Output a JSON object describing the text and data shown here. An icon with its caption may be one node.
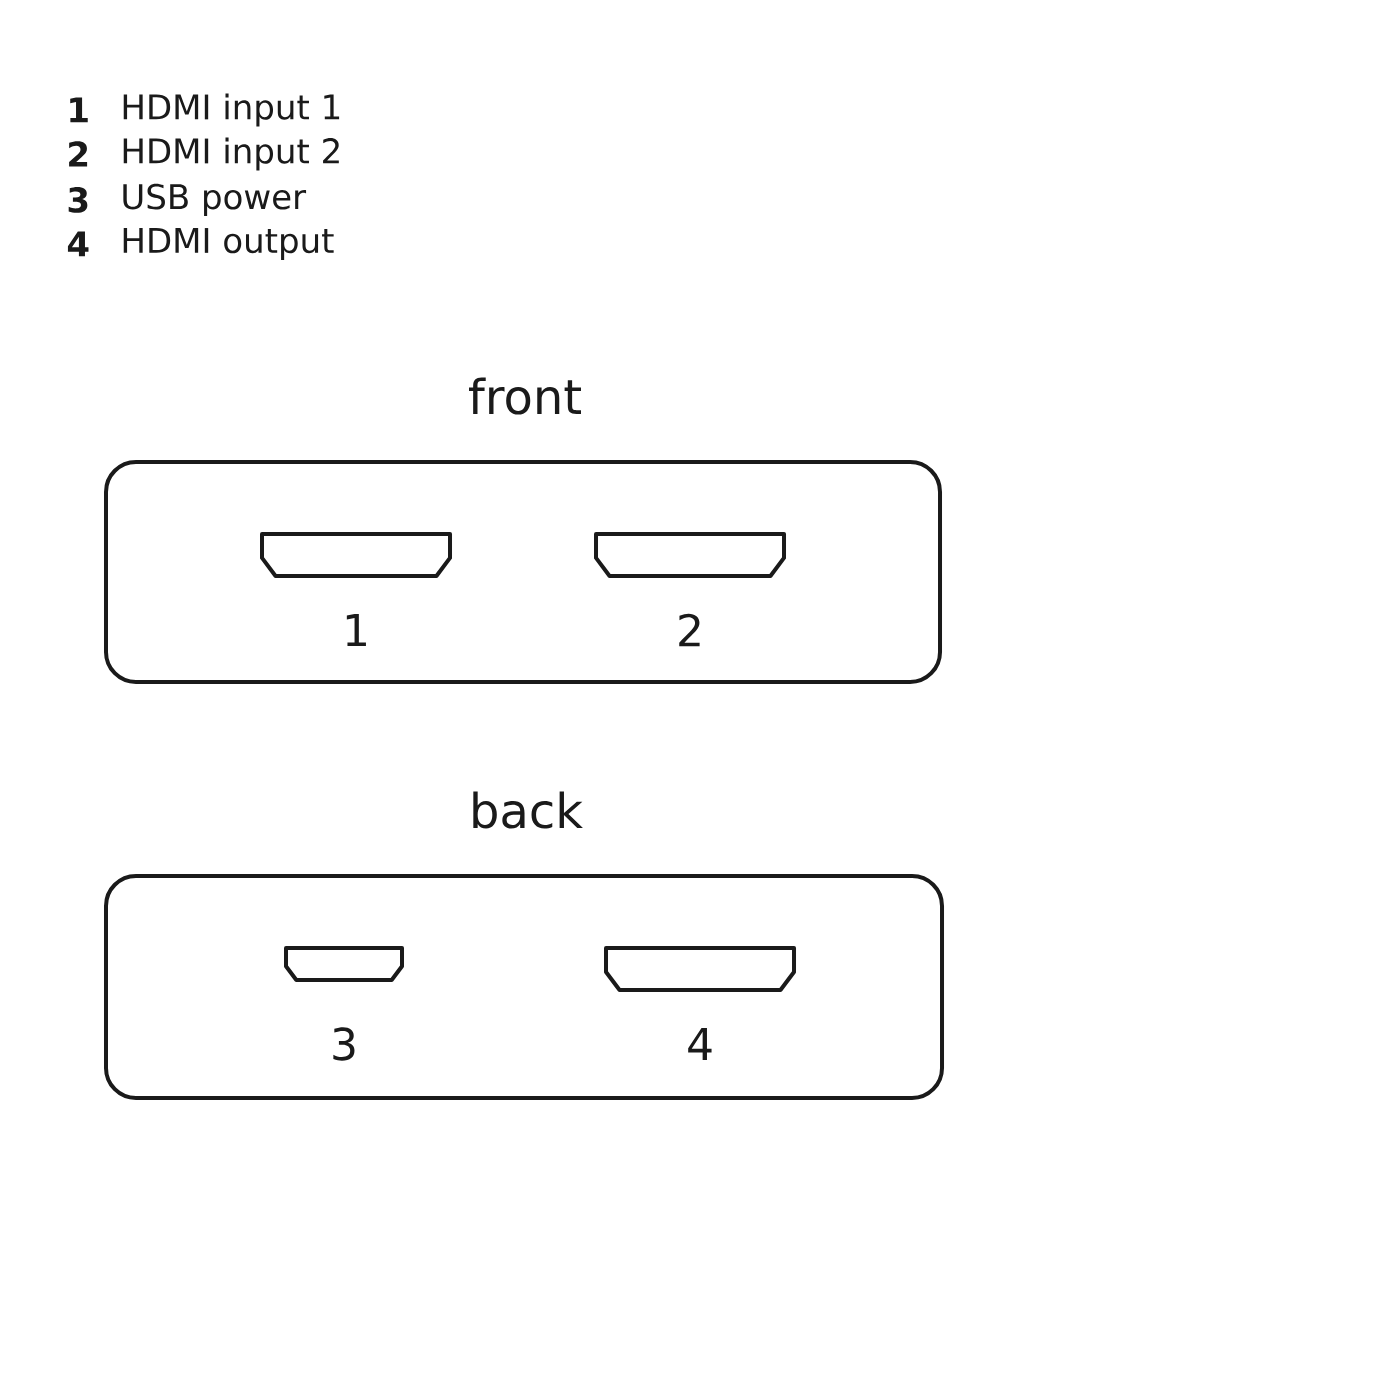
{
  "diagram": {
    "nodes": [
      {
        "text": [
          "front"
        ]
      },
      {
        "text": [],
        "shape": "box",
        "in": 0,
        "beside": [
          "1"
        ]
      },
      {
        "text": [],
        "shape": "box",
        "in": 0,
        "beside": [
          "2"
        ]
      },
      {
        "text": [
          "back"
        ]
      },
      {
        "text": [],
        "shape": "box",
        "in": 3,
        "beside": [
          "3"
        ]
      },
      {
        "text": [],
        "shape": "box",
        "in": 3,
        "beside": [
          "4"
        ]
      }
    ],
    "labels": [
      "1",
      "HDMI input 1",
      "2",
      "HDMI input 2",
      "3",
      "USB power",
      "4",
      "HDMI output"
    ]
  }
}
